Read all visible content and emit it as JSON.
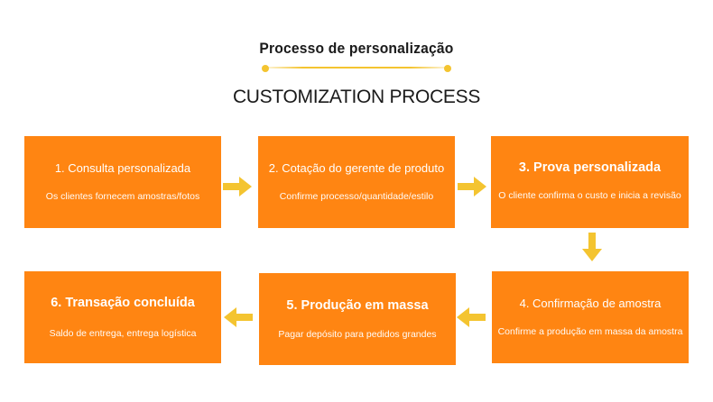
{
  "header": {
    "title_pt": "Processo de personalização",
    "title_en": "CUSTOMIZATION PROCESS"
  },
  "colors": {
    "box": "#ff8512",
    "arrow": "#f4c430",
    "text_dark": "#1a1a1a"
  },
  "steps": [
    {
      "title": "1. Consulta personalizada",
      "subtitle": "Os clientes fornecem amostras/fotos"
    },
    {
      "title": "2. Cotação do gerente de produto",
      "subtitle": "Confirme processo/quantidade/estilo"
    },
    {
      "title": "3. Prova personalizada",
      "subtitle": "O cliente confirma o custo e inicia a revisão"
    },
    {
      "title": "4. Confirmação de amostra",
      "subtitle": "Confirme a produção em massa da amostra"
    },
    {
      "title": "5. Produção em massa",
      "subtitle": "Pagar depósito para pedidos grandes"
    },
    {
      "title": "6. Transação concluída",
      "subtitle": "Saldo de entrega, entrega logística"
    }
  ],
  "arrows": [
    {
      "from": 1,
      "to": 2,
      "direction": "right",
      "icon": "arrow-right-icon"
    },
    {
      "from": 2,
      "to": 3,
      "direction": "right",
      "icon": "arrow-right-icon"
    },
    {
      "from": 3,
      "to": 4,
      "direction": "down",
      "icon": "arrow-down-icon"
    },
    {
      "from": 4,
      "to": 5,
      "direction": "left",
      "icon": "arrow-left-icon"
    },
    {
      "from": 5,
      "to": 6,
      "direction": "left",
      "icon": "arrow-left-icon"
    }
  ]
}
